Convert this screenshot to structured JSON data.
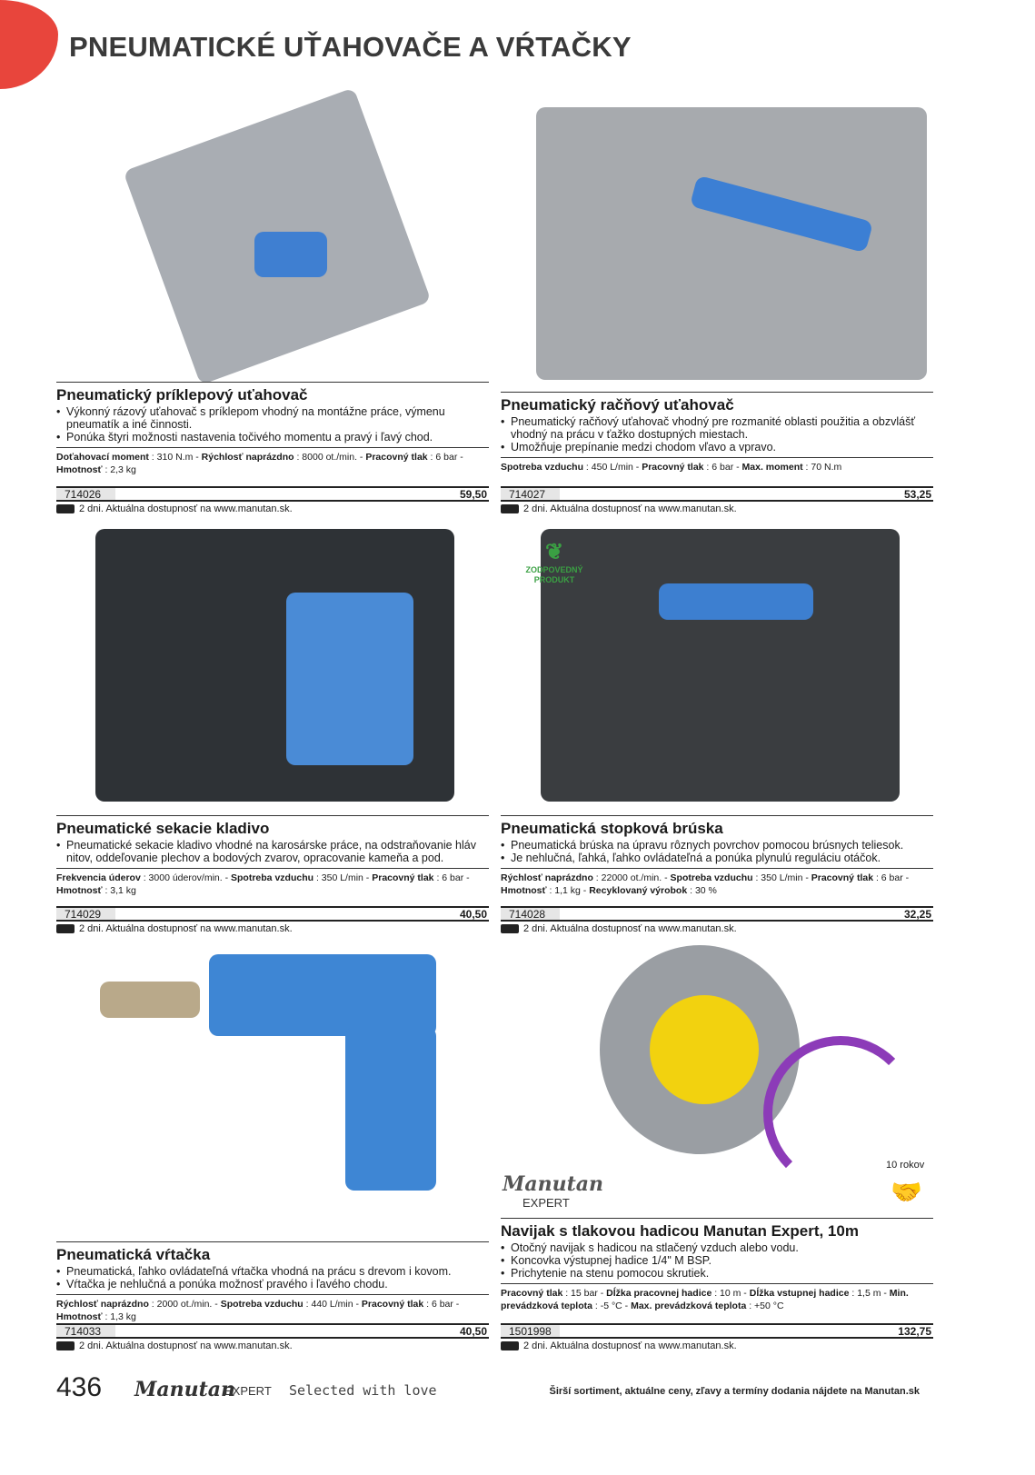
{
  "page_title": "PNEUMATICKÉ UŤAHOVAČE A VŔTAČKY",
  "badge": {
    "line1": "ZODPOVEDNÝ",
    "line2": "PRODUKT"
  },
  "reel_badge": {
    "logo": "Manutan",
    "logo_sub": "EXPERT",
    "warranty": "10 rokov"
  },
  "delivery_text": "2 dni. Aktuálna dostupnosť na www.manutan.sk.",
  "products": [
    {
      "title": "Pneumatický príklepový uťahovač",
      "bullets": [
        "Výkonný rázový uťahovač s príklepom vhodný na montážne práce, výmenu pneumatík a iné činnosti.",
        "Ponúka štyri možnosti nastavenia točivého momentu a pravý i ľavý chod."
      ],
      "specs": [
        [
          "Doťahovací moment",
          " : 310 N.m - "
        ],
        [
          "Rýchlosť naprázdno",
          " : 8000 ot./min. - "
        ],
        [
          "Pracovný tlak",
          " : 6 bar - "
        ],
        [
          "Hmotnosť",
          " : 2,3 kg"
        ]
      ],
      "code": "714026",
      "price": "59,50"
    },
    {
      "title": "Pneumatický račňový uťahovač",
      "bullets": [
        "Pneumatický račňový uťahovač vhodný pre rozmanité oblasti použitia a obzvlášť vhodný na prácu v ťažko dostupných miestach.",
        "Umožňuje prepínanie medzi chodom vľavo a vpravo."
      ],
      "specs": [
        [
          "Spotreba vzduchu",
          " : 450 L/min - "
        ],
        [
          "Pracovný tlak",
          " : 6 bar - "
        ],
        [
          "Max. moment",
          " : 70 N.m"
        ]
      ],
      "code": "714027",
      "price": "53,25"
    },
    {
      "title": "Pneumatické sekacie kladivo",
      "bullets": [
        "Pneumatické sekacie kladivo vhodné na karosárske práce, na odstraňovanie hláv nitov, oddeľovanie plechov a bodových zvarov, opracovanie kameňa a pod."
      ],
      "specs": [
        [
          "Frekvencia úderov",
          " : 3000 úderov/min. - "
        ],
        [
          "Spotreba vzduchu",
          " : 350 L/min - "
        ],
        [
          "Pracovný tlak",
          " : 6 bar - "
        ],
        [
          "Hmotnosť",
          " : 3,1 kg"
        ]
      ],
      "code": "714029",
      "price": "40,50"
    },
    {
      "title": "Pneumatická stopková brúska",
      "bullets": [
        "Pneumatická brúska na úpravu rôznych povrchov pomocou brúsnych teliesok.",
        "Je nehlučná, ľahká, ľahko ovládateľná a ponúka plynulú reguláciu otáčok."
      ],
      "specs": [
        [
          "Rýchlosť naprázdno",
          " : 22000 ot./min. - "
        ],
        [
          "Spotreba vzduchu",
          " : 350 L/min - "
        ],
        [
          "Pracovný tlak",
          " : 6 bar - "
        ],
        [
          "Hmotnosť",
          " : 1,1 kg - "
        ],
        [
          "Recyklovaný výrobok",
          " : 30 %"
        ]
      ],
      "code": "714028",
      "price": "32,25"
    },
    {
      "title": "Pneumatická vŕtačka",
      "bullets": [
        "Pneumatická, ľahko ovládateľná vŕtačka vhodná na prácu s drevom i kovom.",
        "Vŕtačka je nehlučná a ponúka možnosť pravého i ľavého chodu."
      ],
      "specs": [
        [
          "Rýchlosť naprázdno",
          " : 2000 ot./min. - "
        ],
        [
          "Spotreba vzduchu",
          " : 440 L/min - "
        ],
        [
          "Pracovný tlak",
          " : 6 bar - "
        ],
        [
          "Hmotnosť",
          " : 1,3 kg"
        ]
      ],
      "code": "714033",
      "price": "40,50"
    },
    {
      "title": "Navijak s tlakovou hadicou Manutan Expert, 10m",
      "bullets": [
        "Otočný navijak s hadicou na stlačený vzduch alebo vodu.",
        "Koncovka výstupnej hadice 1/4\" M BSP.",
        "Prichytenie na stenu pomocou skrutiek."
      ],
      "specs": [
        [
          "Pracovný tlak",
          " : 15 bar - "
        ],
        [
          "Dĺžka pracovnej hadice",
          " : 10 m - "
        ],
        [
          "Dĺžka vstupnej hadice",
          " : 1,5 m - "
        ],
        [
          "Min. prevádzková teplota",
          " : -5 °C - "
        ],
        [
          "Max. prevádzková teplota",
          " : +50 °C"
        ]
      ],
      "code": "1501998",
      "price": "132,75"
    }
  ],
  "footer": {
    "page_number": "436",
    "logo": "Manutan",
    "logo_sub": "EXPERT",
    "slogan": "Selected with love",
    "note": "Širší sortiment, aktuálne ceny, zľavy a termíny dodania nájdete na ",
    "note_link": "Manutan.sk"
  }
}
